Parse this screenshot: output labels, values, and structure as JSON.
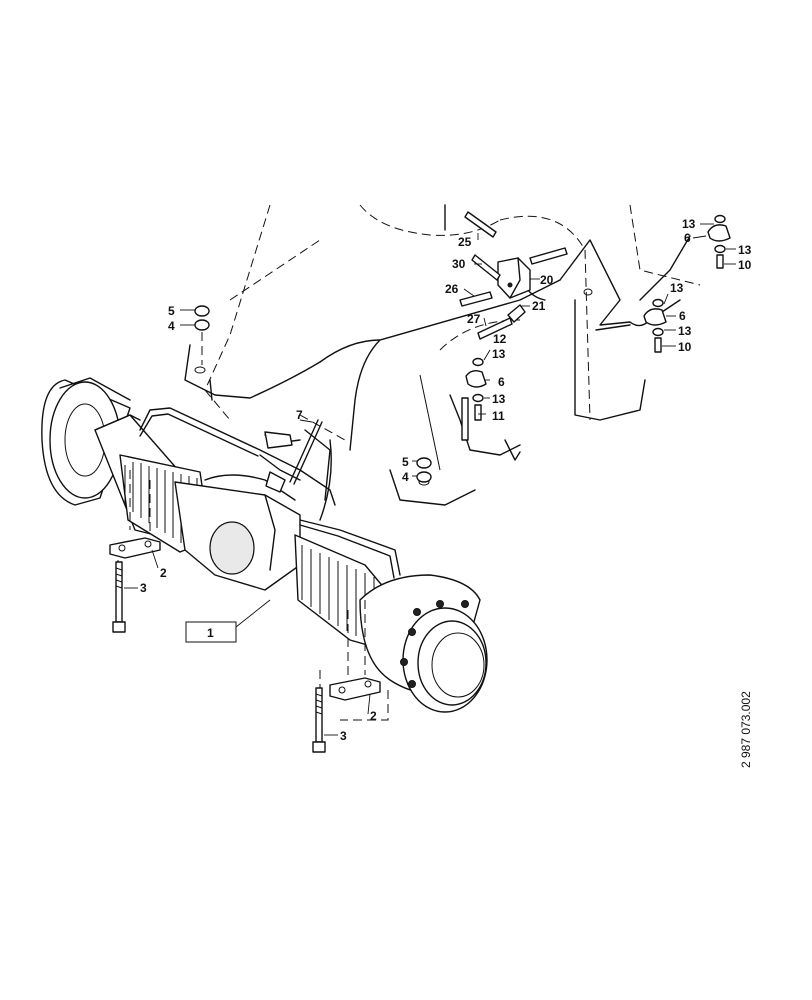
{
  "callouts": [
    {
      "id": "c25",
      "label": "25"
    },
    {
      "id": "c30",
      "label": "30"
    },
    {
      "id": "c20",
      "label": "20"
    },
    {
      "id": "c26",
      "label": "26"
    },
    {
      "id": "c21",
      "label": "21"
    },
    {
      "id": "c27",
      "label": "27"
    },
    {
      "id": "c12",
      "label": "12"
    },
    {
      "id": "c13a",
      "label": "13"
    },
    {
      "id": "c6a",
      "label": "6"
    },
    {
      "id": "c13b",
      "label": "13"
    },
    {
      "id": "c11",
      "label": "11"
    },
    {
      "id": "c5a",
      "label": "5"
    },
    {
      "id": "c4a",
      "label": "4"
    },
    {
      "id": "c5b",
      "label": "5"
    },
    {
      "id": "c4b",
      "label": "4"
    },
    {
      "id": "c7",
      "label": "7"
    },
    {
      "id": "c13c",
      "label": "13"
    },
    {
      "id": "c6b",
      "label": "6"
    },
    {
      "id": "c13d",
      "label": "13"
    },
    {
      "id": "c10a",
      "label": "10"
    },
    {
      "id": "c13e",
      "label": "13"
    },
    {
      "id": "c6c",
      "label": "6"
    },
    {
      "id": "c13f",
      "label": "13"
    },
    {
      "id": "c10b",
      "label": "10"
    },
    {
      "id": "c2a",
      "label": "2"
    },
    {
      "id": "c3a",
      "label": "3"
    },
    {
      "id": "c2b",
      "label": "2"
    },
    {
      "id": "c3b",
      "label": "3"
    }
  ],
  "assembly_label": "1",
  "drawing_reference": "2 987 073.002"
}
